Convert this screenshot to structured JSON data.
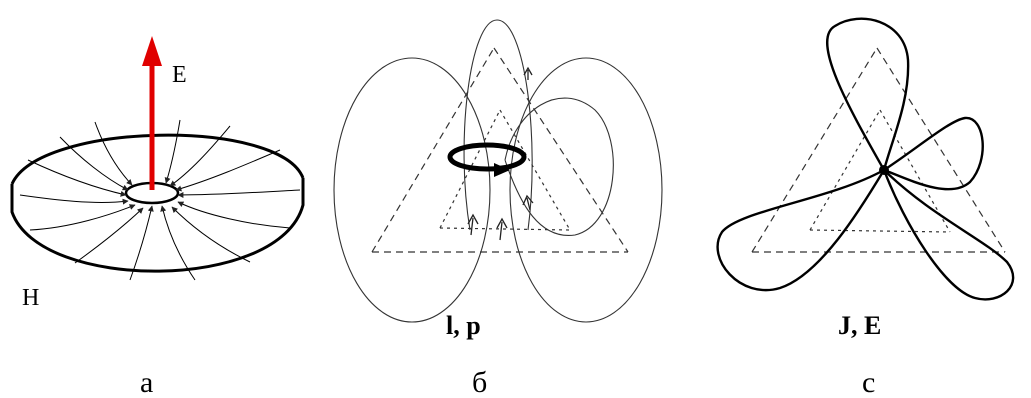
{
  "panel_a": {
    "arrow_label": "E",
    "field_label": "H",
    "caption": "a",
    "arrow_color": "#e00000"
  },
  "panel_b": {
    "title": "l, p",
    "caption": "б"
  },
  "panel_c": {
    "title": "J, E",
    "caption": "c"
  }
}
